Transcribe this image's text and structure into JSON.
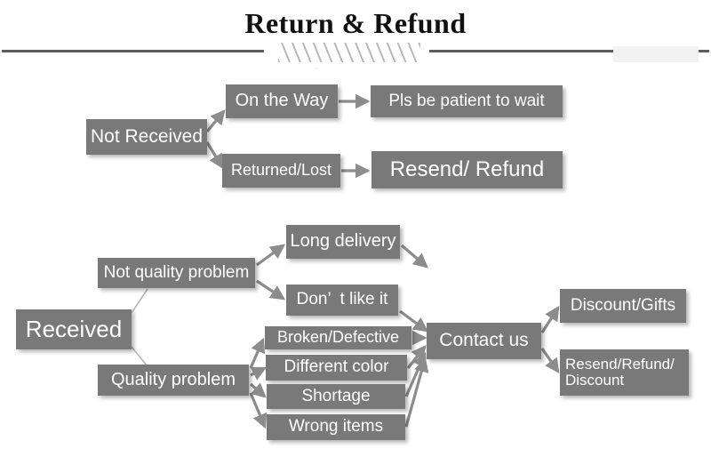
{
  "header": {
    "title": "Return & Refund",
    "divider_hatch": "diagonal-hatch-divider"
  },
  "colors": {
    "box_fill": "#797979",
    "box_text": "#ffffff",
    "connector": "#8c8c8c",
    "rule": "#5e5e5e",
    "background": "#ffffff"
  },
  "flow": {
    "not_received_branch": {
      "root": "Not Received",
      "nodes": [
        {
          "id": "on-the-way",
          "label": "On the Way"
        },
        {
          "id": "pls-be-patient-to-wait",
          "label": "Pls be patient to wait"
        },
        {
          "id": "returned-lost",
          "label": "Returned/Lost"
        },
        {
          "id": "resend-refund",
          "label": "Resend/ Refund"
        }
      ]
    },
    "received_branch": {
      "root": "Received",
      "categories": [
        {
          "id": "not-quality-problem",
          "label": "Not quality problem"
        },
        {
          "id": "quality-problem",
          "label": "Quality problem"
        }
      ],
      "not_quality_reasons": [
        {
          "id": "long-delivery",
          "label": "Long delivery"
        },
        {
          "id": "dont-like-it",
          "label": "Don’  t like it"
        }
      ],
      "quality_reasons": [
        {
          "id": "broken-defective",
          "label": "Broken/Defective"
        },
        {
          "id": "different-color",
          "label": "Different color"
        },
        {
          "id": "shortage",
          "label": "Shortage"
        },
        {
          "id": "wrong-items",
          "label": "Wrong items"
        }
      ],
      "action": {
        "id": "contact-us",
        "label": "Contact us"
      },
      "outcomes": [
        {
          "id": "discount-gifts",
          "label": "Discount/Gifts"
        },
        {
          "id": "resend-refund-discount",
          "label": "Resend/Refund/\nDiscount"
        }
      ]
    }
  }
}
